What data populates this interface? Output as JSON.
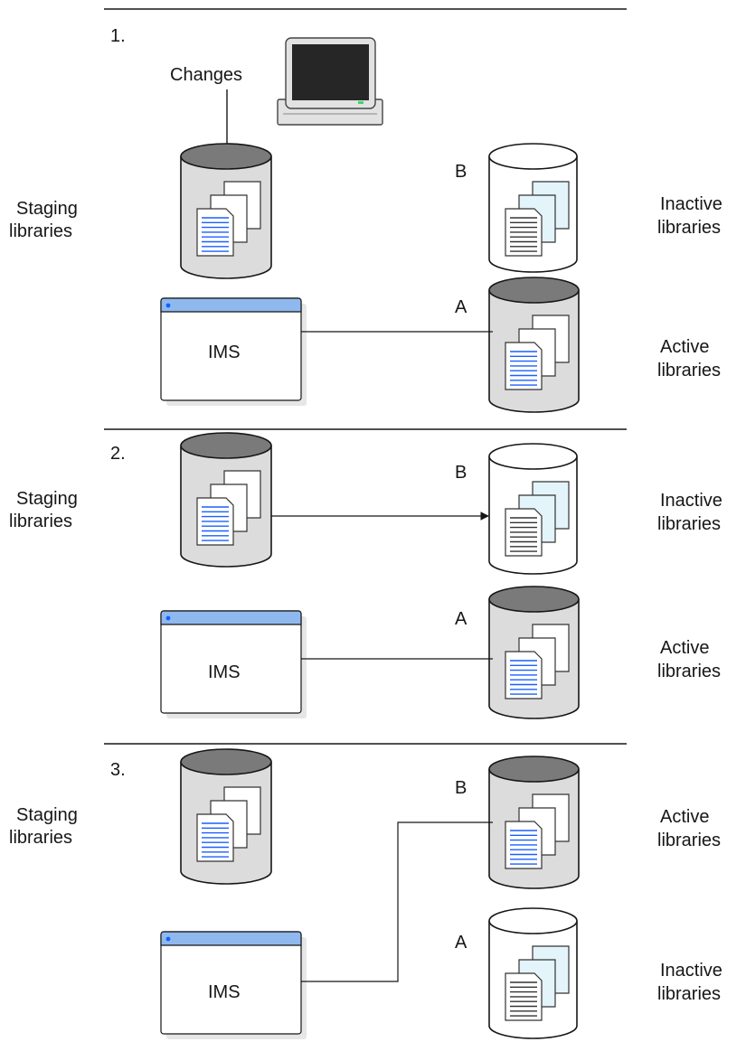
{
  "panels": [
    {
      "number": "1.",
      "changes_label": "Changes",
      "staging": {
        "line1": "Staging",
        "line2": "libraries"
      },
      "ims_label": "IMS",
      "lib_b": {
        "letter": "B",
        "line1": "Inactive",
        "line2": "libraries"
      },
      "lib_a": {
        "letter": "A",
        "line1": "Active",
        "line2": "libraries"
      }
    },
    {
      "number": "2.",
      "staging": {
        "line1": "Staging",
        "line2": "libraries"
      },
      "ims_label": "IMS",
      "lib_b": {
        "letter": "B",
        "line1": "Inactive",
        "line2": "libraries"
      },
      "lib_a": {
        "letter": "A",
        "line1": "Active",
        "line2": "libraries"
      }
    },
    {
      "number": "3.",
      "staging": {
        "line1": "Staging",
        "line2": "libraries"
      },
      "ims_label": "IMS",
      "lib_b": {
        "letter": "B",
        "line1": "Active",
        "line2": "libraries"
      },
      "lib_a": {
        "letter": "A",
        "line1": "Inactive",
        "line2": "libraries"
      }
    }
  ],
  "colors": {
    "cylinder_active_top": "#7a7a7a",
    "cylinder_active_body": "#dcdcdc",
    "cylinder_inactive": "#ffffff",
    "window_titlebar": "#8fb8ee",
    "doc_blue": "#1a5fff",
    "doc_dark": "#333333",
    "doc_cyan_back": "#e3f4fb"
  },
  "icons": [
    "monitor-icon",
    "cylinder-icon",
    "document-icon",
    "window-icon",
    "arrow-icon"
  ]
}
